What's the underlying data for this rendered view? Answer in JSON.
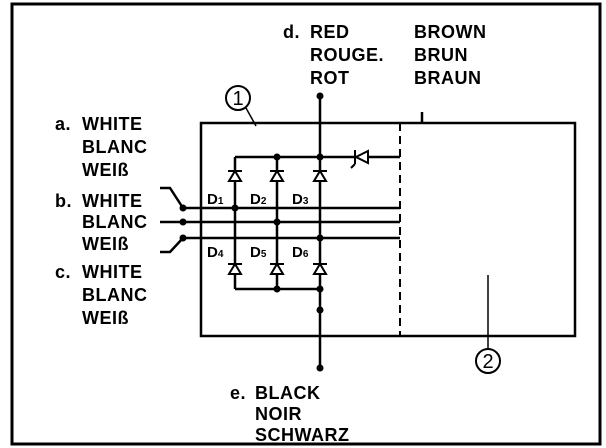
{
  "terminals": {
    "a": {
      "letter": "a.",
      "lines": [
        "WHITE",
        "BLANC",
        "WEIß"
      ]
    },
    "b": {
      "letter": "b.",
      "lines": [
        "WHITE",
        "BLANC",
        "WEIß"
      ]
    },
    "c": {
      "letter": "c.",
      "lines": [
        "WHITE",
        "BLANC",
        "WEIß"
      ]
    },
    "d": {
      "letter": "d.",
      "lines": [
        "RED",
        "ROUGE.",
        "ROT"
      ]
    },
    "e": {
      "letter": "e.",
      "lines": [
        "BLACK",
        "NOIR",
        "SCHWARZ"
      ]
    },
    "brown": {
      "lines": [
        "BROWN",
        "BRUN",
        "BRAUN"
      ]
    }
  },
  "components": {
    "rectifier_marker": "1",
    "regulator_marker": "2",
    "diodes": [
      {
        "main": "D",
        "sub": "1"
      },
      {
        "main": "D",
        "sub": "2"
      },
      {
        "main": "D",
        "sub": "3"
      },
      {
        "main": "D",
        "sub": "4"
      },
      {
        "main": "D",
        "sub": "5"
      },
      {
        "main": "D",
        "sub": "6"
      }
    ]
  },
  "colors": {
    "ink": "#000000",
    "background": "#ffffff"
  }
}
